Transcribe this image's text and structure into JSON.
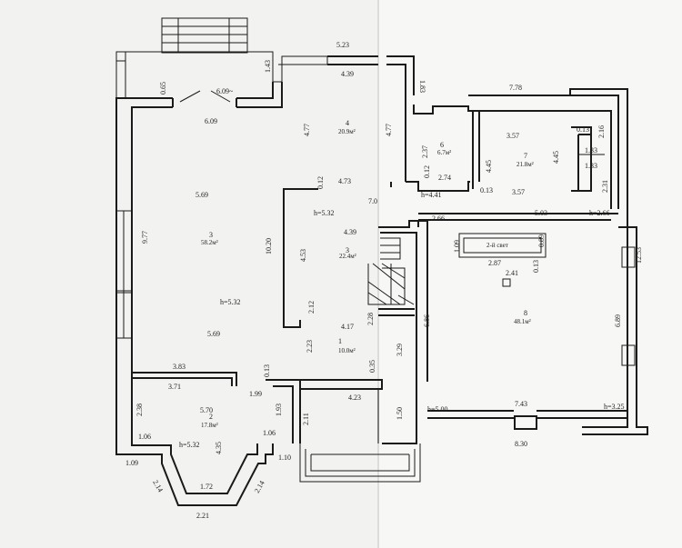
{
  "dimensions": {
    "top_terrace_width": "5.23",
    "hall_top": "4.39",
    "stair_right_height": "1.83",
    "porch_left_height": "1.43",
    "entry_width": "6.09~",
    "entry_inner": "6.09",
    "left_small": "0.65",
    "rooms_top_right": "7.78",
    "living_height": "9.77",
    "living_mid": "5.69",
    "living_bottom": "5.69",
    "living_inner_height": "10.20",
    "room4_height": "4.77",
    "room4_right": "4.77",
    "room4_width": "4.73",
    "room6_height": "2.37",
    "room6_width": "2.74",
    "room7_top": "3.57",
    "room7_bottom": "3.57",
    "room7_left_h": "4.45",
    "room7_right_h": "4.45",
    "closet_top": "0.13",
    "closet_w1": "1.33",
    "closet_w2": "1.33",
    "closet_h": "2.31",
    "closet_h2": "2.16",
    "small_013a": "0.13",
    "small_012": "0.12",
    "small_013b": "0.13",
    "room7_ceiling": "h=2.66",
    "hall_stair_dim": "h=4.41",
    "stair_x": "7.0",
    "hall3_top": "4.39",
    "hall3_h": "4.53",
    "hall3_small": "0.12",
    "hall3_small2": "2.12",
    "hall1_width": "4.17",
    "hall1_small": "2.28",
    "hall1_height": "2.23",
    "hall1_left": "0.13",
    "room2_top": "3.83",
    "room2_inner": "3.71",
    "room2_left": "2.38",
    "room2_width": "5.70",
    "room2_right": "1.99",
    "room2_right2": "1.93",
    "room2_bottom_l": "1.06",
    "room2_bottom_r": "1.06",
    "room2_depth": "4.35",
    "bay_left_diag": "2.14",
    "bay_right_diag": "2.14",
    "bay_bottom": "1.72",
    "bay_total": "2.21",
    "left_bottom": "1.09",
    "porch_bottom": "1.10",
    "vest_width": "4.23",
    "vest_height": "2.11",
    "vest_small": "0.35",
    "vest_right": "3.29",
    "room8_top": "5.03",
    "room8_left_h": "6.86",
    "room8_right_h": "6.89",
    "room8_bottom": "7.43",
    "room8_total": "8.30",
    "room8_h_left": "h=5.00",
    "room8_h_right": "h=3.25",
    "room8_ceiling_top": "h=2.66",
    "room8_small": "1.09",
    "room8_small2": "2.66",
    "room8_beam": "2.87",
    "room8_beam2": "2.41",
    "room8_beam3": "0.13",
    "room8_beam4": "0.89",
    "right_total": "12.53",
    "stair_bottom_w": "1.50",
    "living_ceiling": "h=5.32",
    "hall_ceiling": "h=5.32",
    "room2_ceiling": "h=5.32"
  },
  "rooms": {
    "r1": {
      "num": "1",
      "area": "10.0м²"
    },
    "r2": {
      "num": "2",
      "area": "17.8м²"
    },
    "r3": {
      "num": "3",
      "area": "58.2м²"
    },
    "r3b": {
      "num": "3",
      "area": "22.4м²"
    },
    "r4": {
      "num": "4",
      "area": "20.9м²"
    },
    "r6": {
      "num": "6",
      "area": "6.7м²"
    },
    "r7": {
      "num": "7",
      "area": "21.8м²"
    },
    "r8": {
      "num": "8",
      "area": "48.1м²"
    }
  },
  "beam_label": "2-й свет"
}
